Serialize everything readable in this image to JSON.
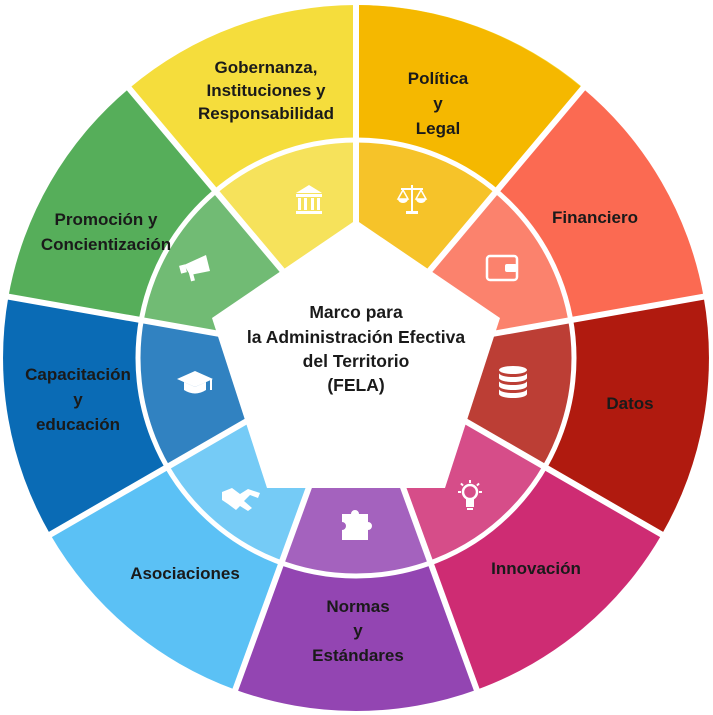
{
  "diagram": {
    "center": {
      "lines": [
        "Marco para",
        "la Administración Efectiva",
        "del Territorio",
        "(FELA)"
      ]
    },
    "segments": [
      {
        "id": "governance",
        "lines": [
          "Gobernanza,",
          "Instituciones y",
          "Responsabilidad"
        ],
        "color": "#F5DD3C",
        "icon": "bank-icon"
      },
      {
        "id": "legal",
        "lines": [
          "Política",
          "y",
          "Legal"
        ],
        "color": "#F5B800",
        "icon": "scales-icon"
      },
      {
        "id": "financial",
        "lines": [
          "Financiero"
        ],
        "color": "#FB6A52",
        "icon": "wallet-icon"
      },
      {
        "id": "data",
        "lines": [
          "Datos"
        ],
        "color": "#B01A0F",
        "icon": "database-icon"
      },
      {
        "id": "innovation",
        "lines": [
          "Innovación"
        ],
        "color": "#CE2C73",
        "icon": "lightbulb-icon"
      },
      {
        "id": "standards",
        "lines": [
          "Normas",
          "y",
          "Estándares"
        ],
        "color": "#9345B2",
        "icon": "puzzle-icon"
      },
      {
        "id": "partnerships",
        "lines": [
          "Asociaciones"
        ],
        "color": "#5BC1F5",
        "icon": "handshake-icon"
      },
      {
        "id": "education",
        "lines": [
          "Capacitación",
          "y",
          "educación"
        ],
        "color": "#0A6BB5",
        "icon": "graduation-cap-icon"
      },
      {
        "id": "awareness",
        "lines": [
          "Promoción y",
          "Concientización"
        ],
        "color": "#56AE5A",
        "icon": "megaphone-icon"
      }
    ]
  }
}
